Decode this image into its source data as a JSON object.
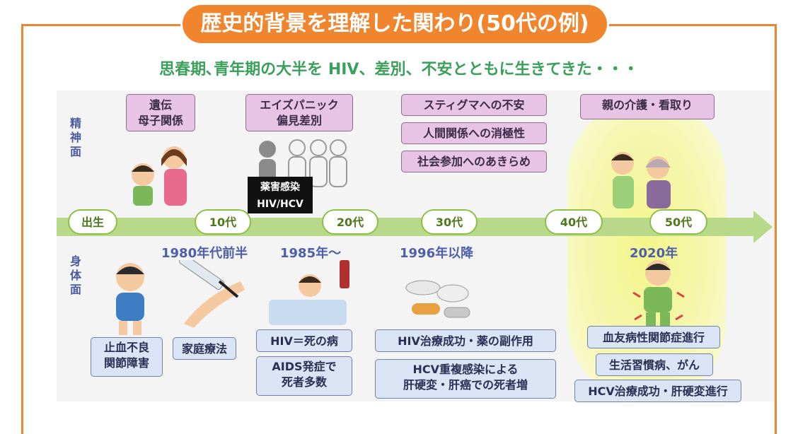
{
  "title": "歴史的背景を理解した関わり(50代の例)",
  "subtitle": "思春期､青年期の大半を HIV、差別、不安とともに生きてきた・・・",
  "labels": {
    "mental": "精神面",
    "physical": "身体面"
  },
  "mental_boxes": {
    "heredity": "遺伝\n母子関係",
    "panic": "エイズパニック\n偏見差別",
    "stigma": "スティグマへの不安",
    "relations": "人間関係への消極性",
    "society": "社会参加へのあきらめ",
    "care": "親の介護・看取り"
  },
  "timeline": {
    "ages": [
      "出生",
      "10代",
      "20代",
      "30代",
      "40代",
      "50代"
    ],
    "infection": "薬害感染\nHIV/HCV"
  },
  "years": {
    "y1980": "1980年代前半",
    "y1985": "1985年～",
    "y1996": "1996年以降",
    "y2020": "2020年"
  },
  "physical_boxes": {
    "bleeding": "止血不良\n関節障害",
    "home_therapy": "家庭療法",
    "death_disease": "HIV＝死の病",
    "aids_deaths": "AIDS発症で\n死者多数",
    "treatment": "HIV治療成功・薬の副作用",
    "hcv": "HCV重複感染による\n肝硬変・肝癌での死者増",
    "joint": "血友病性関節症進行",
    "lifestyle": "生活習慣病、がん",
    "hcv_success": "HCV治療成功・肝硬変進行"
  },
  "colors": {
    "accent": "#f0852d",
    "subtitle": "#3aa05a",
    "arrow": "#b9d98a",
    "pink_box": "#e7c4e6",
    "blue_box": "#dbe4f4"
  }
}
